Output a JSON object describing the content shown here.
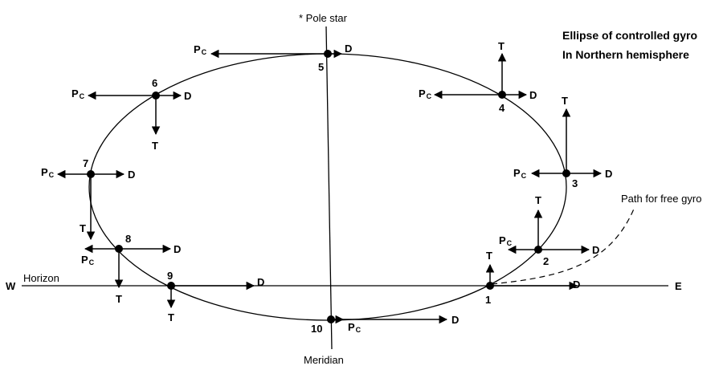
{
  "title": {
    "line1": "Ellipse of controlled gyro",
    "line2": "In Northern hemisphere"
  },
  "labels": {
    "pole_star": "* Pole star",
    "meridian": "Meridian",
    "horizon": "Horizon",
    "west": "W",
    "east": "E",
    "free_gyro": "Path for free gyro"
  },
  "vectors": {
    "D": "D",
    "T": "T",
    "P": "P",
    "P_sub": "C"
  },
  "points": [
    {
      "id": "1",
      "arrows": [
        "D",
        "T"
      ]
    },
    {
      "id": "2",
      "arrows": [
        "PC",
        "D",
        "T"
      ]
    },
    {
      "id": "3",
      "arrows": [
        "PC",
        "D",
        "T"
      ]
    },
    {
      "id": "4",
      "arrows": [
        "PC",
        "D",
        "T"
      ]
    },
    {
      "id": "5",
      "arrows": [
        "PC",
        "D"
      ]
    },
    {
      "id": "6",
      "arrows": [
        "PC",
        "D",
        "T"
      ]
    },
    {
      "id": "7",
      "arrows": [
        "PC",
        "D",
        "T"
      ]
    },
    {
      "id": "8",
      "arrows": [
        "PC",
        "D",
        "T"
      ]
    },
    {
      "id": "9",
      "arrows": [
        "D",
        "T"
      ]
    },
    {
      "id": "10",
      "arrows": [
        "PC",
        "D"
      ]
    }
  ],
  "colors": {
    "ink": "#000000",
    "background": "#ffffff"
  }
}
